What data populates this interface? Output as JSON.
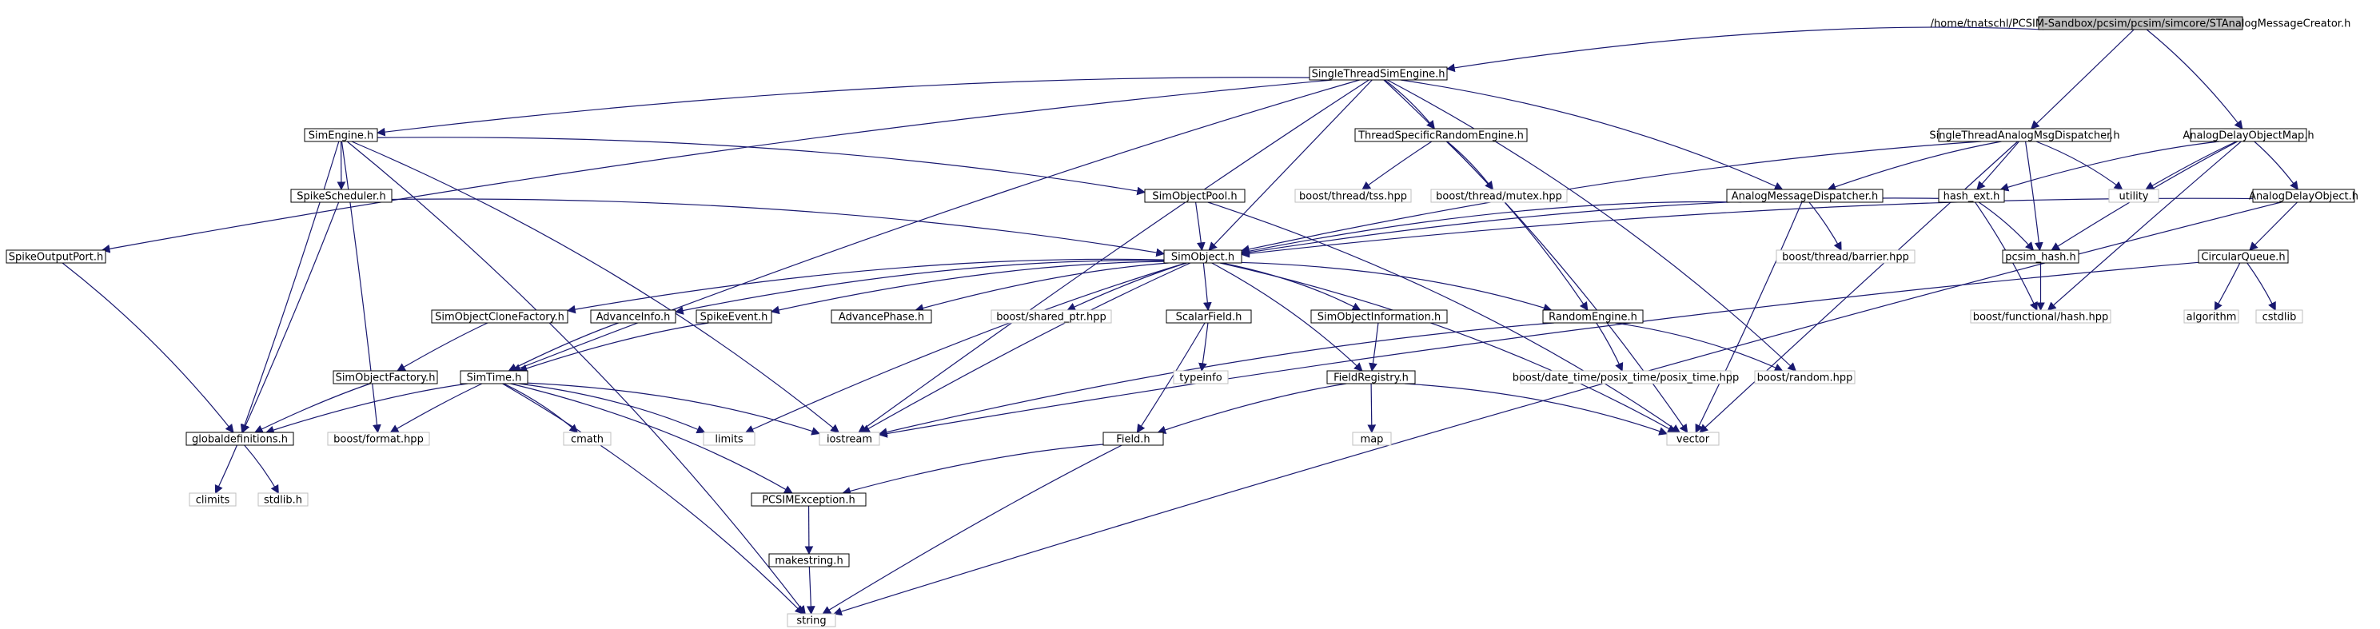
{
  "colors": {
    "edge": "#191970",
    "header_fill": "#bfbfbf",
    "internal_stroke": "#000000",
    "external_stroke": "#bfbfbf",
    "text": "#000000"
  },
  "nodes": [
    {
      "id": "root",
      "label": "/home/tnatschl/PCSIM-Sandbox/pcsim/pcsim/simcore/STAnalogMessageCreator.h",
      "kind": "root"
    },
    {
      "id": "stse",
      "label": "SingleThreadSimEngine.h",
      "kind": "internal"
    },
    {
      "id": "stamd",
      "label": "SingleThreadAnalogMsgDispatcher.h",
      "kind": "internal"
    },
    {
      "id": "adom",
      "label": "AnalogDelayObjectMap.h",
      "kind": "internal"
    },
    {
      "id": "simeng",
      "label": "SimEngine.h",
      "kind": "internal"
    },
    {
      "id": "tsre",
      "label": "ThreadSpecificRandomEngine.h",
      "kind": "internal"
    },
    {
      "id": "ssched",
      "label": "SpikeScheduler.h",
      "kind": "internal"
    },
    {
      "id": "sopool",
      "label": "SimObjectPool.h",
      "kind": "internal"
    },
    {
      "id": "tss",
      "label": "boost/thread/tss.hpp",
      "kind": "external"
    },
    {
      "id": "mutex",
      "label": "boost/thread/mutex.hpp",
      "kind": "external"
    },
    {
      "id": "amd",
      "label": "AnalogMessageDispatcher.h",
      "kind": "internal"
    },
    {
      "id": "hashext",
      "label": "hash_ext.h",
      "kind": "internal"
    },
    {
      "id": "utility",
      "label": "utility",
      "kind": "external"
    },
    {
      "id": "ado",
      "label": "AnalogDelayObject.h",
      "kind": "internal"
    },
    {
      "id": "sop",
      "label": "SpikeOutputPort.h",
      "kind": "internal"
    },
    {
      "id": "simobj",
      "label": "SimObject.h",
      "kind": "internal"
    },
    {
      "id": "barrier",
      "label": "boost/thread/barrier.hpp",
      "kind": "external"
    },
    {
      "id": "pcsimhash",
      "label": "pcsim_hash.h",
      "kind": "internal"
    },
    {
      "id": "cq",
      "label": "CircularQueue.h",
      "kind": "internal"
    },
    {
      "id": "socf",
      "label": "SimObjectCloneFactory.h",
      "kind": "internal"
    },
    {
      "id": "advinfo",
      "label": "AdvanceInfo.h",
      "kind": "internal"
    },
    {
      "id": "spev",
      "label": "SpikeEvent.h",
      "kind": "internal"
    },
    {
      "id": "advph",
      "label": "AdvancePhase.h",
      "kind": "internal"
    },
    {
      "id": "shptr",
      "label": "boost/shared_ptr.hpp",
      "kind": "external"
    },
    {
      "id": "scalar",
      "label": "ScalarField.h",
      "kind": "internal"
    },
    {
      "id": "soinfo",
      "label": "SimObjectInformation.h",
      "kind": "internal"
    },
    {
      "id": "reng",
      "label": "RandomEngine.h",
      "kind": "internal"
    },
    {
      "id": "fhash",
      "label": "boost/functional/hash.hpp",
      "kind": "external"
    },
    {
      "id": "algo",
      "label": "algorithm",
      "kind": "external"
    },
    {
      "id": "cstdlib",
      "label": "cstdlib",
      "kind": "external"
    },
    {
      "id": "sofact",
      "label": "SimObjectFactory.h",
      "kind": "internal"
    },
    {
      "id": "simtime",
      "label": "SimTime.h",
      "kind": "internal"
    },
    {
      "id": "typeinfo",
      "label": "typeinfo",
      "kind": "external"
    },
    {
      "id": "fieldreg",
      "label": "FieldRegistry.h",
      "kind": "internal"
    },
    {
      "id": "posix",
      "label": "boost/date_time/posix_time/posix_time.hpp",
      "kind": "external"
    },
    {
      "id": "brandom",
      "label": "boost/random.hpp",
      "kind": "external"
    },
    {
      "id": "globdef",
      "label": "globaldefinitions.h",
      "kind": "internal"
    },
    {
      "id": "bformat",
      "label": "boost/format.hpp",
      "kind": "external"
    },
    {
      "id": "cmath",
      "label": "cmath",
      "kind": "external"
    },
    {
      "id": "limits",
      "label": "limits",
      "kind": "external"
    },
    {
      "id": "iostream",
      "label": "iostream",
      "kind": "external"
    },
    {
      "id": "map",
      "label": "map",
      "kind": "external"
    },
    {
      "id": "vector",
      "label": "vector",
      "kind": "external"
    },
    {
      "id": "field",
      "label": "Field.h",
      "kind": "internal"
    },
    {
      "id": "climits",
      "label": "climits",
      "kind": "external"
    },
    {
      "id": "stdlib",
      "label": "stdlib.h",
      "kind": "external"
    },
    {
      "id": "pcsimex",
      "label": "PCSIMException.h",
      "kind": "internal"
    },
    {
      "id": "mkstr",
      "label": "makestring.h",
      "kind": "internal"
    },
    {
      "id": "string",
      "label": "string",
      "kind": "external"
    }
  ],
  "edges": [
    [
      "root",
      "stse"
    ],
    [
      "root",
      "stamd"
    ],
    [
      "root",
      "adom"
    ],
    [
      "stse",
      "simeng"
    ],
    [
      "stse",
      "tsre"
    ],
    [
      "stse",
      "amd"
    ],
    [
      "stse",
      "sop"
    ],
    [
      "stse",
      "simobj"
    ],
    [
      "stse",
      "simtime"
    ],
    [
      "stse",
      "iostream"
    ],
    [
      "stse",
      "brandom"
    ],
    [
      "stse",
      "vector"
    ],
    [
      "stamd",
      "amd"
    ],
    [
      "stamd",
      "hashext"
    ],
    [
      "stamd",
      "utility"
    ],
    [
      "stamd",
      "simobj"
    ],
    [
      "stamd",
      "pcsimhash"
    ],
    [
      "stamd",
      "vector"
    ],
    [
      "adom",
      "hashext"
    ],
    [
      "adom",
      "utility"
    ],
    [
      "adom",
      "ado"
    ],
    [
      "adom",
      "pcsimhash"
    ],
    [
      "adom",
      "fhash"
    ],
    [
      "simeng",
      "ssched"
    ],
    [
      "simeng",
      "sopool"
    ],
    [
      "simeng",
      "globdef"
    ],
    [
      "simeng",
      "bformat"
    ],
    [
      "simeng",
      "iostream"
    ],
    [
      "simeng",
      "string"
    ],
    [
      "tsre",
      "tss"
    ],
    [
      "tsre",
      "mutex"
    ],
    [
      "tsre",
      "reng"
    ],
    [
      "ssched",
      "simobj"
    ],
    [
      "ssched",
      "globdef"
    ],
    [
      "sopool",
      "simobj"
    ],
    [
      "sopool",
      "vector"
    ],
    [
      "amd",
      "simobj"
    ],
    [
      "amd",
      "barrier"
    ],
    [
      "amd",
      "vector"
    ],
    [
      "hashext",
      "pcsimhash"
    ],
    [
      "hashext",
      "fhash"
    ],
    [
      "hashext",
      "simobj"
    ],
    [
      "ado",
      "simobj"
    ],
    [
      "ado",
      "cq"
    ],
    [
      "ado",
      "string"
    ],
    [
      "sop",
      "globdef"
    ],
    [
      "simobj",
      "socf"
    ],
    [
      "simobj",
      "advinfo"
    ],
    [
      "simobj",
      "spev"
    ],
    [
      "simobj",
      "advph"
    ],
    [
      "simobj",
      "shptr"
    ],
    [
      "simobj",
      "scalar"
    ],
    [
      "simobj",
      "soinfo"
    ],
    [
      "simobj",
      "reng"
    ],
    [
      "simobj",
      "fieldreg"
    ],
    [
      "simobj",
      "limits"
    ],
    [
      "simobj",
      "iostream"
    ],
    [
      "simobj",
      "vector"
    ],
    [
      "pcsimhash",
      "fhash"
    ],
    [
      "cq",
      "algo"
    ],
    [
      "cq",
      "cstdlib"
    ],
    [
      "cq",
      "iostream"
    ],
    [
      "socf",
      "sofact"
    ],
    [
      "advinfo",
      "simtime"
    ],
    [
      "spev",
      "simtime"
    ],
    [
      "scalar",
      "typeinfo"
    ],
    [
      "scalar",
      "field"
    ],
    [
      "soinfo",
      "fieldreg"
    ],
    [
      "reng",
      "posix"
    ],
    [
      "reng",
      "brandom"
    ],
    [
      "reng",
      "iostream"
    ],
    [
      "sofact",
      "globdef"
    ],
    [
      "simtime",
      "globdef"
    ],
    [
      "simtime",
      "bformat"
    ],
    [
      "simtime",
      "cmath"
    ],
    [
      "simtime",
      "limits"
    ],
    [
      "simtime",
      "iostream"
    ],
    [
      "simtime",
      "pcsimex"
    ],
    [
      "simtime",
      "string"
    ],
    [
      "fieldreg",
      "field"
    ],
    [
      "fieldreg",
      "map"
    ],
    [
      "fieldreg",
      "vector"
    ],
    [
      "globdef",
      "climits"
    ],
    [
      "globdef",
      "stdlib"
    ],
    [
      "field",
      "pcsimex"
    ],
    [
      "field",
      "string"
    ],
    [
      "pcsimex",
      "mkstr"
    ],
    [
      "mkstr",
      "string"
    ]
  ]
}
